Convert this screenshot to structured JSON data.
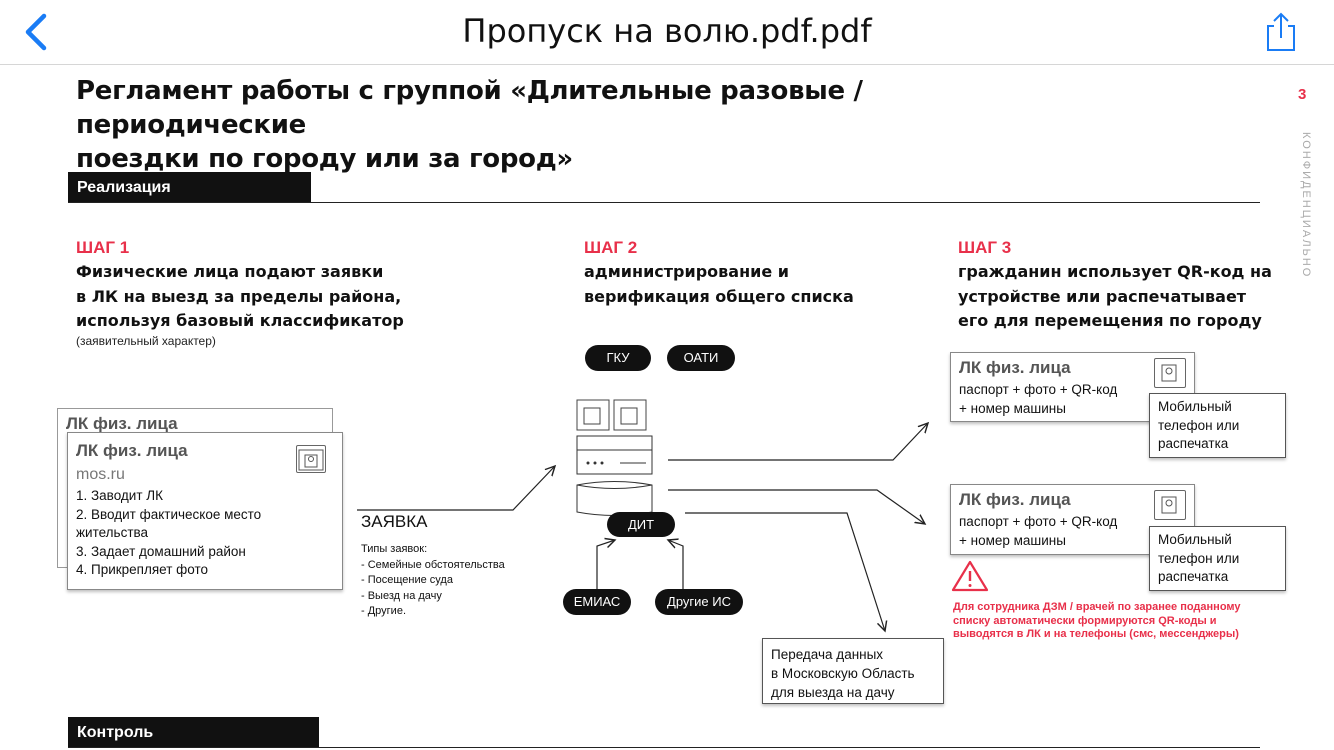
{
  "nav": {
    "title": "Пропуск на волю.pdf.pdf",
    "back_icon": "chevron-left-icon",
    "share_icon": "share-icon",
    "accent": "#1a7cf5"
  },
  "doc": {
    "heading_line1": "Регламент работы с группой «Длительные разовые / периодические",
    "heading_line2": "поездки по городу или за город»",
    "page_number": "3",
    "confidential": "КОНФИДЕНЦИАЛЬНО",
    "section_realization": "Реализация",
    "section_control": "Контроль",
    "step1": {
      "label": "ШАГ 1",
      "desc_lines": [
        "Физические лица подают заявки",
        "в ЛК на выезд за пределы района,",
        "используя базовый классификатор"
      ],
      "note": "(заявительный характер)"
    },
    "step2": {
      "label": "ШАГ 2",
      "desc_lines": [
        "администрирование и",
        "верификация общего списка"
      ]
    },
    "step3": {
      "label": "ШАГ 3",
      "desc_lines": [
        "гражданин использует QR-код на",
        "устройстве или распечатывает",
        "его для перемещения по городу"
      ]
    },
    "lk_card_back": {
      "title": "ЛК физ. лица"
    },
    "lk_card_front": {
      "title": "ЛК физ. лица",
      "subtitle": "mos.ru",
      "items": [
        "1. Заводит ЛК",
        "2. Вводит фактическое место",
        "жительства",
        "3. Задает домашний район",
        "4. Прикрепляет фото"
      ]
    },
    "request": {
      "title": "ЗАЯВКА",
      "types_label": "Типы заявок:",
      "types": [
        "- Семейные обстоятельства",
        "- Посещение суда",
        "- Выезд на дачу",
        "- Другие."
      ]
    },
    "pills": {
      "gku": "ГКУ",
      "oati": "ОАТИ",
      "dit": "ДИТ",
      "emias": "ЕМИАС",
      "other": "Другие ИС"
    },
    "transfer_box": [
      "Передача данных",
      "в Московскую Область",
      "для выезда на дачу"
    ],
    "out_card_1": {
      "title": "ЛК физ. лица",
      "lines": [
        "паспорт + фото + QR-код",
        "+ номер машины"
      ],
      "device": [
        "Мобильный",
        "телефон или",
        "распечатка"
      ]
    },
    "out_card_2": {
      "title": "ЛК физ. лица",
      "lines": [
        "паспорт + фото + QR-код",
        "+ номер машины"
      ],
      "device": [
        "Мобильный",
        "телефон или",
        "распечатка"
      ]
    },
    "warning_icon": "warning-triangle-icon",
    "warning_lines": [
      "Для сотрудника ДЗМ / врачей по заранее поданному",
      "списку автоматически формируются QR-коды и",
      "выводятся в ЛК и на телефоны (смс, мессенджеры)"
    ],
    "accent_red": "#e8304a"
  }
}
